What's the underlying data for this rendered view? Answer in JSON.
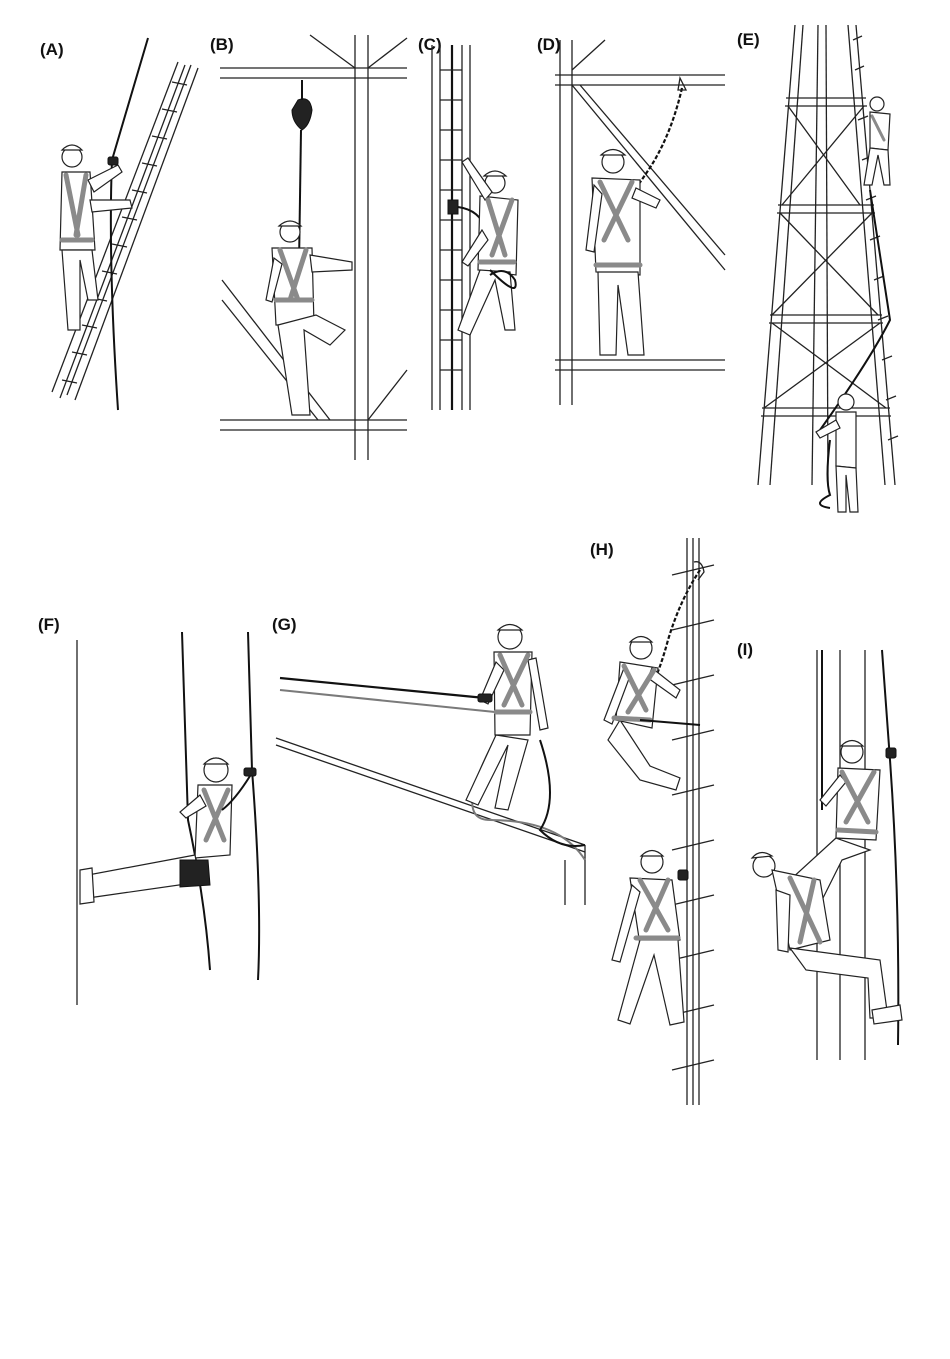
{
  "figure": {
    "panels": [
      {
        "id": "A",
        "label": "(A)"
      },
      {
        "id": "B",
        "label": "(B)"
      },
      {
        "id": "C",
        "label": "(C)"
      },
      {
        "id": "D",
        "label": "(D)"
      },
      {
        "id": "E",
        "label": "(E)"
      },
      {
        "id": "F",
        "label": "(F)"
      },
      {
        "id": "G",
        "label": "(G)"
      },
      {
        "id": "H",
        "label": "(H)"
      },
      {
        "id": "I",
        "label": "(I)"
      }
    ]
  },
  "colors": {
    "line": "#222222",
    "harness_strap": "#8a8a8a",
    "background": "#ffffff"
  }
}
